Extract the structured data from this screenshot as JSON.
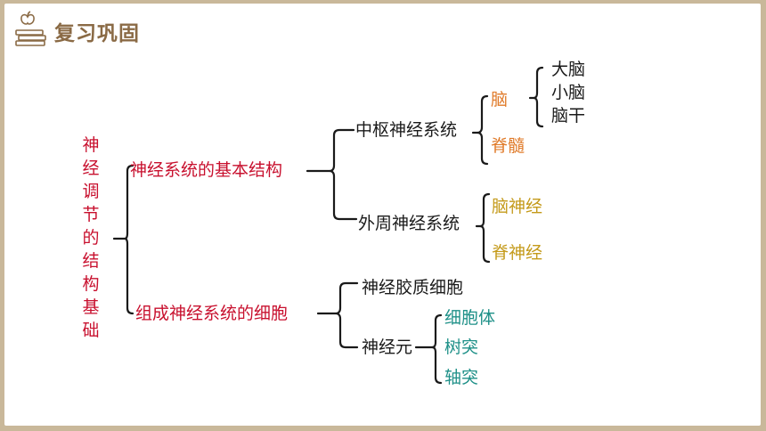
{
  "header": {
    "title": "复习巩固",
    "icon": "books-apple-icon"
  },
  "colors": {
    "root": "#c8102e",
    "level1": "#c8102e",
    "level2": "#1a1a1a",
    "brain_parts": "#1a1a1a",
    "central": "#e07b2a",
    "peripheral": "#c49a1a",
    "neuron_parts": "#1e9088",
    "frame": "#c9b89a"
  },
  "diagram": {
    "root_chars": [
      "神",
      "经",
      "调",
      "节",
      "的",
      "结",
      "构",
      "基",
      "础"
    ],
    "branch1": {
      "label": "神经系统的基本结构",
      "central": {
        "label": "中枢神经系统",
        "brain": {
          "label": "脑",
          "parts": [
            "大脑",
            "小脑",
            "脑干"
          ]
        },
        "spinal_cord": "脊髓"
      },
      "peripheral": {
        "label": "外周神经系统",
        "cranial": "脑神经",
        "spinal": "脊神经"
      }
    },
    "branch2": {
      "label": "组成神经系统的细胞",
      "glia": "神经胶质细胞",
      "neuron": {
        "label": "神经元",
        "parts": [
          "细胞体",
          "树突",
          "轴突"
        ]
      }
    }
  }
}
